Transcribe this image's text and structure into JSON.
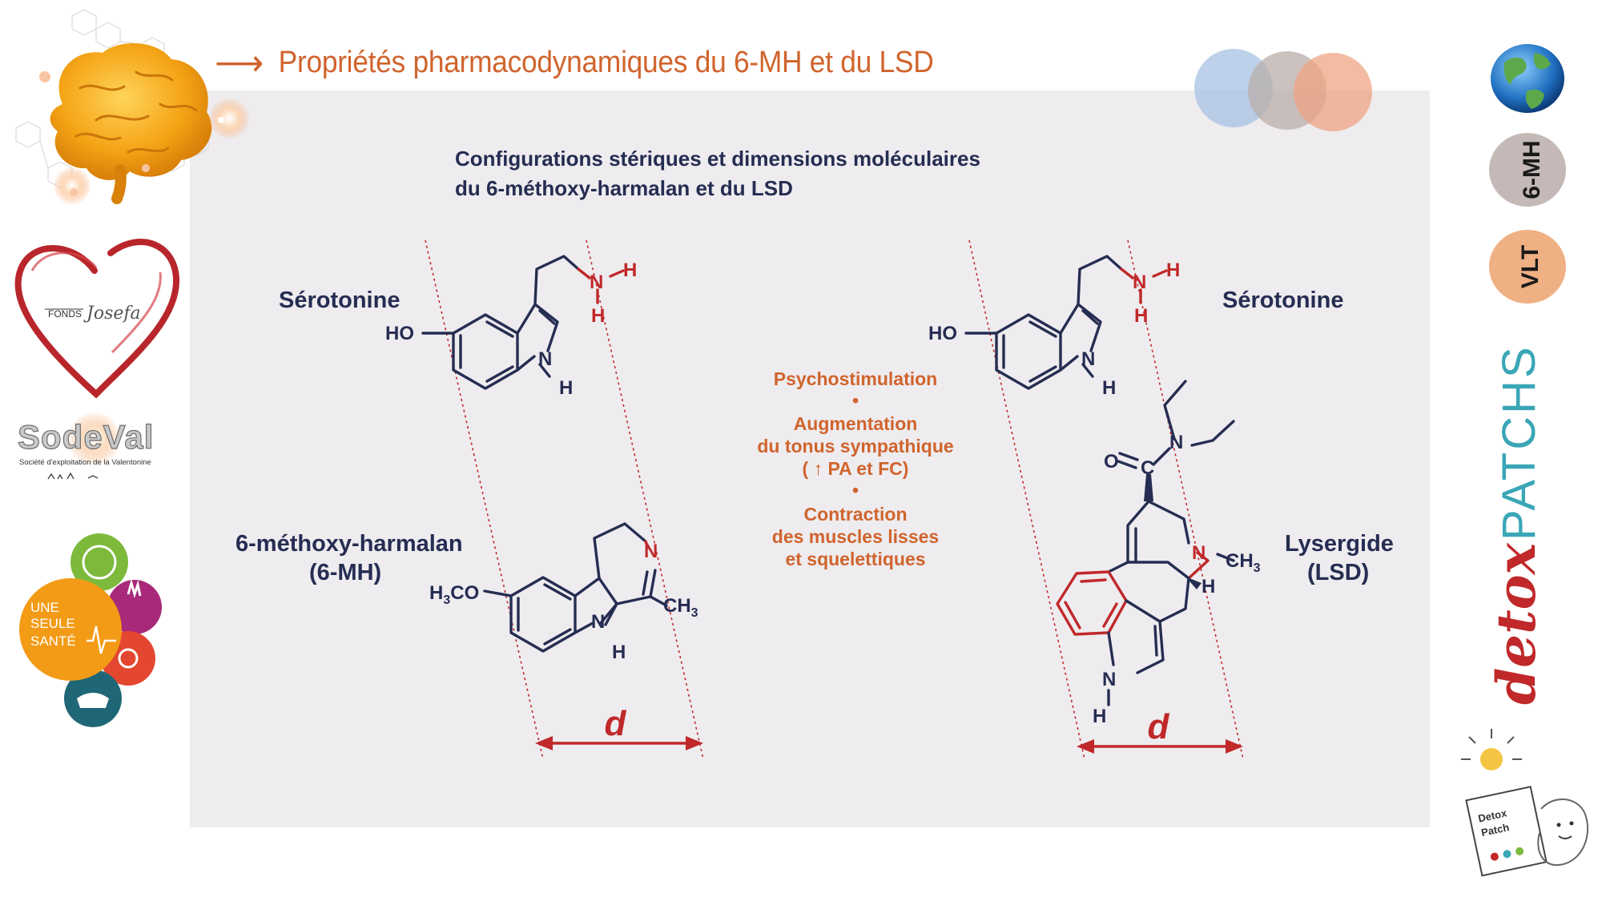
{
  "title": "Propriétés pharmacodynamiques du 6-MH et du LSD",
  "heading": {
    "line1": "Configurations stériques et dimensions moléculaires",
    "line2": "du 6-méthoxy-harmalan et du LSD"
  },
  "left": {
    "serotonin_label": "Sérotonine",
    "harmalan_label_1": "6-méthoxy-harmalan",
    "harmalan_label_2": "(6-MH)",
    "distance": "d"
  },
  "right": {
    "serotonin_label": "Sérotonine",
    "lsd_label_1": "Lysergide",
    "lsd_label_2": "(LSD)",
    "distance": "d"
  },
  "atoms": {
    "ho": "HO",
    "n": "N",
    "h": "H",
    "o": "O",
    "c": "C",
    "h3co_h": "H",
    "h3co_3": "3",
    "h3co_co": "CO",
    "ch": "CH",
    "three": "3"
  },
  "effects": {
    "e1": "Psychostimulation",
    "bullet": "•",
    "e2_1": "Augmentation",
    "e2_2": "du tonus sympathique",
    "e2_3": "( ↑ PA et FC)",
    "e3_1": "Contraction",
    "e3_2": "des muscles lisses",
    "e3_3": "et squelettiques"
  },
  "sidebar": {
    "fonds_text_1": "FONDS",
    "fonds_text_2": "Josefa",
    "sodeval_name": "SodeVal",
    "sodeval_subtitle": "Société d'exploitation de la Valentonine",
    "une_seule_sante_1": "UNE",
    "une_seule_sante_2": "SEULE",
    "une_seule_sante_3": "SANTÉ",
    "badge_6mh": "6-MH",
    "badge_vlt": "VLT",
    "detox": "detox",
    "patchs": "PATCHS",
    "patch_box_1": "Detox",
    "patch_box_2": "Patch"
  },
  "colors": {
    "accent_orange": "#d0642d",
    "navy": "#262d52",
    "red": "#c0282a",
    "panel_bg": "#eeecef"
  }
}
